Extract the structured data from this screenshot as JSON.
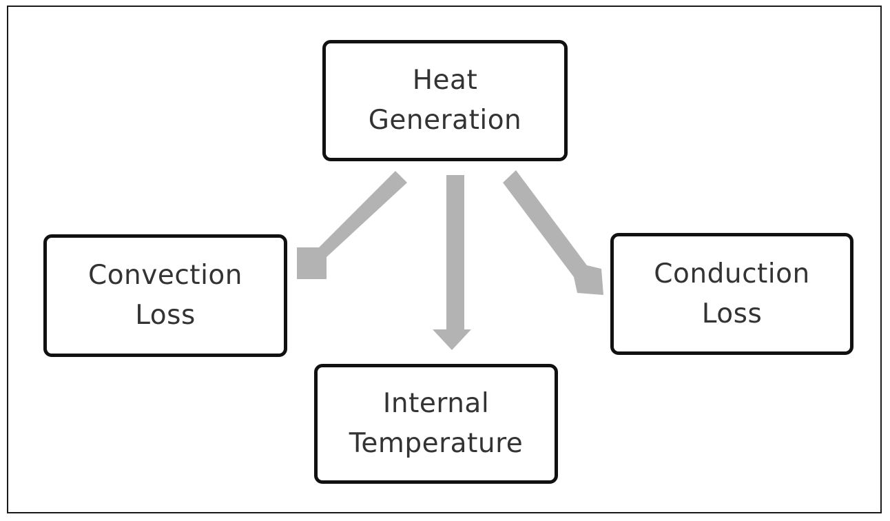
{
  "diagram": {
    "nodes": {
      "heat_generation": {
        "line1": "Heat",
        "line2": "Generation"
      },
      "convection_loss": {
        "line1": "Convection",
        "line2": "Loss"
      },
      "conduction_loss": {
        "line1": "Conduction",
        "line2": "Loss"
      },
      "internal_temperature": {
        "line1": "Internal",
        "line2": "Temperature"
      }
    },
    "edges": [
      {
        "from": "Heat Generation",
        "to": "Convection Loss"
      },
      {
        "from": "Heat Generation",
        "to": "Internal Temperature"
      },
      {
        "from": "Heat Generation",
        "to": "Conduction Loss"
      }
    ],
    "colors": {
      "arrow": "#b3b3b3",
      "box_border": "#111111",
      "text": "#333333",
      "frame": "#1a1a1a"
    }
  }
}
